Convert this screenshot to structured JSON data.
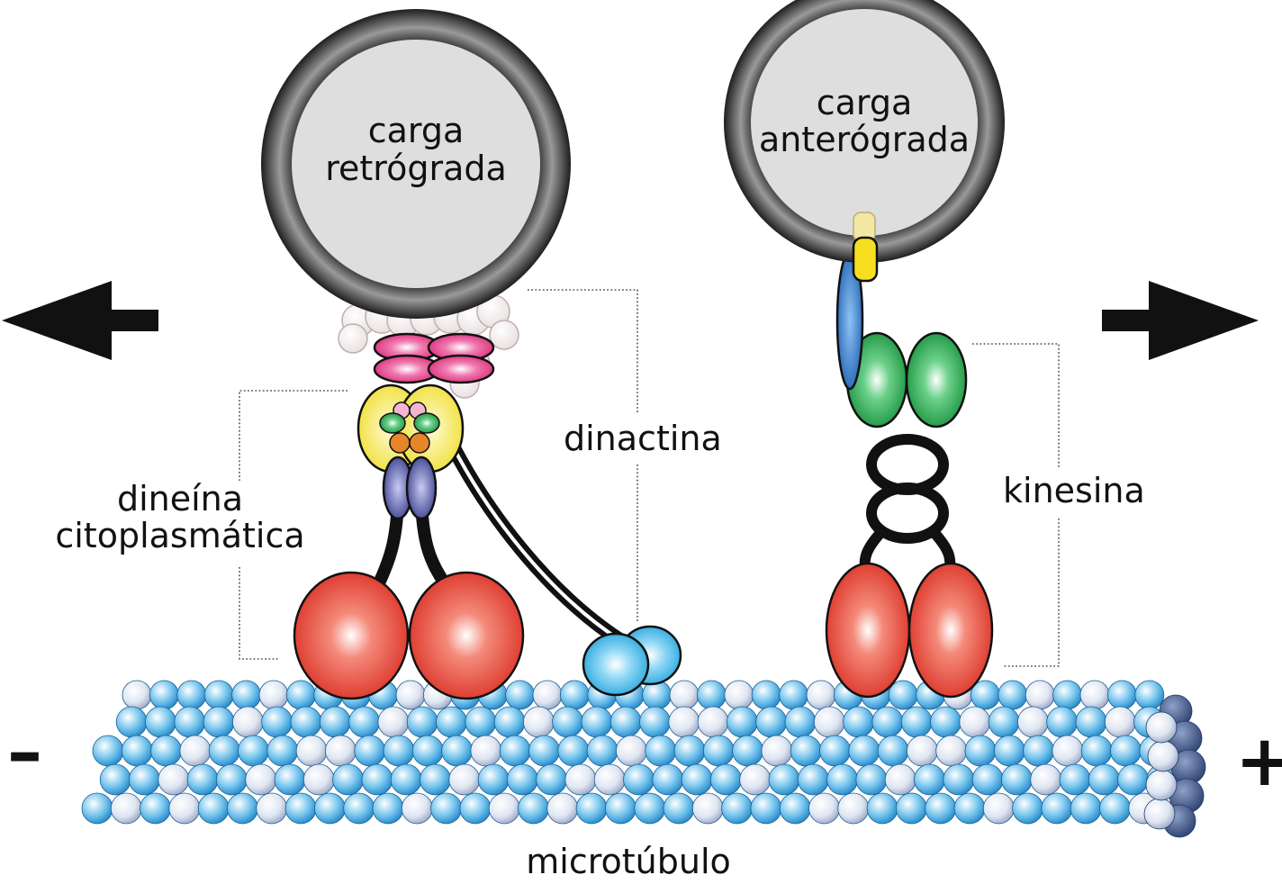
{
  "labels": {
    "cargo_retro_line1": "carga",
    "cargo_retro_line2": "retrógrada",
    "cargo_antero_line1": "carga",
    "cargo_antero_line2": "anterógrada",
    "dynactin": "dinactina",
    "dynein_line1": "dineína",
    "dynein_line2": "citoplasmática",
    "kinesin": "kinesina",
    "microtubule": "microtúbulo"
  },
  "polarity": {
    "minus_end": "–",
    "plus_end": "+"
  },
  "directions": {
    "retrograde": "left",
    "anterograde": "right"
  },
  "colors": {
    "cargo_fill": "#dedede",
    "motor_heads": "#e8392a",
    "dynactin_foot": "#3fb6e6",
    "kinesin_light_chain": "#1a8f3a",
    "dynein_yellow": "#f2e53b",
    "dynein_pink": "#e2327f",
    "dynein_navy": "#3a3f8f",
    "adaptor_blue": "#2a6fc0",
    "adaptor_yellow": "#f5df1f",
    "microtubule_blue": "#3aa6e0"
  }
}
